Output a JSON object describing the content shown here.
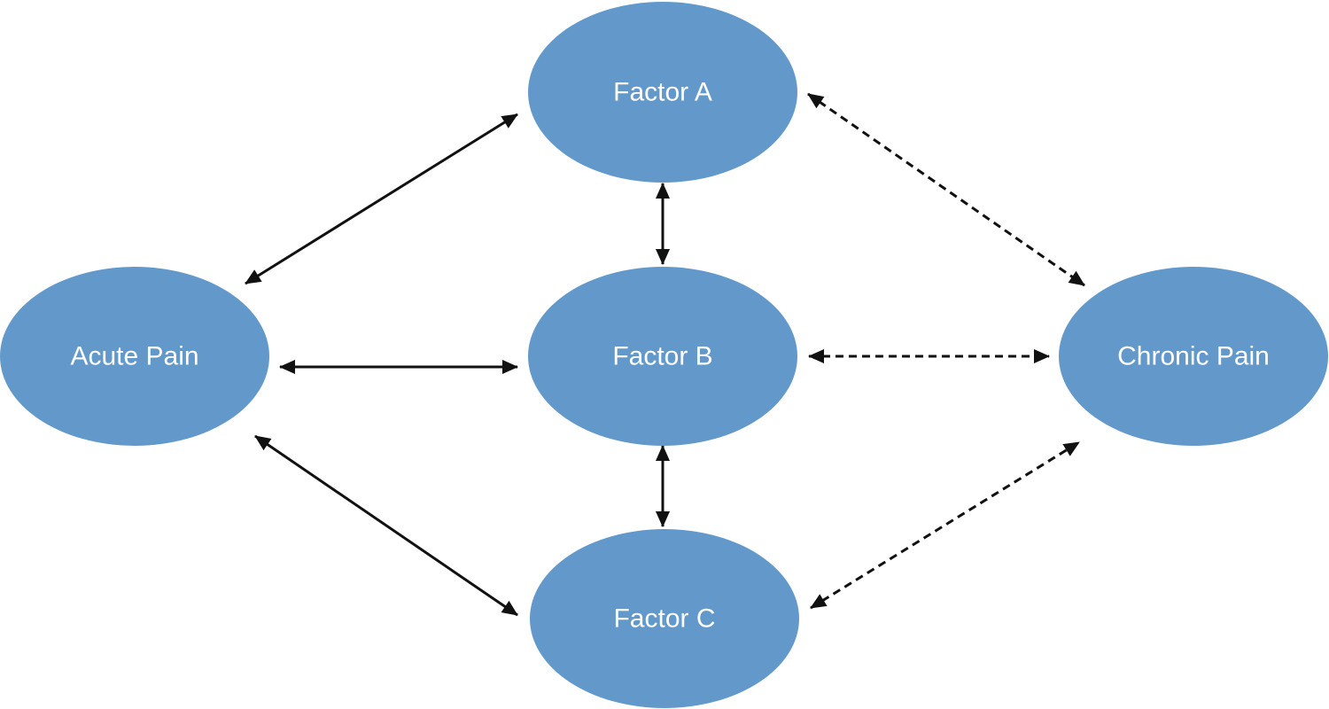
{
  "colors": {
    "node_fill": "#6399ca",
    "node_text": "#ffffff",
    "arrow": "#111111",
    "background": "#ffffff"
  },
  "nodes": [
    {
      "id": "acute",
      "name": "acute-pain-node",
      "label": "Acute Pain"
    },
    {
      "id": "factorA",
      "name": "factor-a-node",
      "label": "Factor A"
    },
    {
      "id": "factorB",
      "name": "factor-b-node",
      "label": "Factor B"
    },
    {
      "id": "factorC",
      "name": "factor-c-node",
      "label": "Factor C"
    },
    {
      "id": "chronic",
      "name": "chronic-pain-node",
      "label": "Chronic Pain"
    }
  ],
  "edges": [
    {
      "from": "acute",
      "to": "factorA",
      "style": "solid",
      "direction": "both"
    },
    {
      "from": "acute",
      "to": "factorB",
      "style": "solid",
      "direction": "both"
    },
    {
      "from": "acute",
      "to": "factorC",
      "style": "solid",
      "direction": "both"
    },
    {
      "from": "factorA",
      "to": "factorB",
      "style": "solid",
      "direction": "both"
    },
    {
      "from": "factorB",
      "to": "factorC",
      "style": "solid",
      "direction": "both"
    },
    {
      "from": "factorA",
      "to": "chronic",
      "style": "dashed",
      "direction": "both"
    },
    {
      "from": "factorB",
      "to": "chronic",
      "style": "dashed",
      "direction": "both"
    },
    {
      "from": "factorC",
      "to": "chronic",
      "style": "dashed",
      "direction": "both"
    }
  ]
}
